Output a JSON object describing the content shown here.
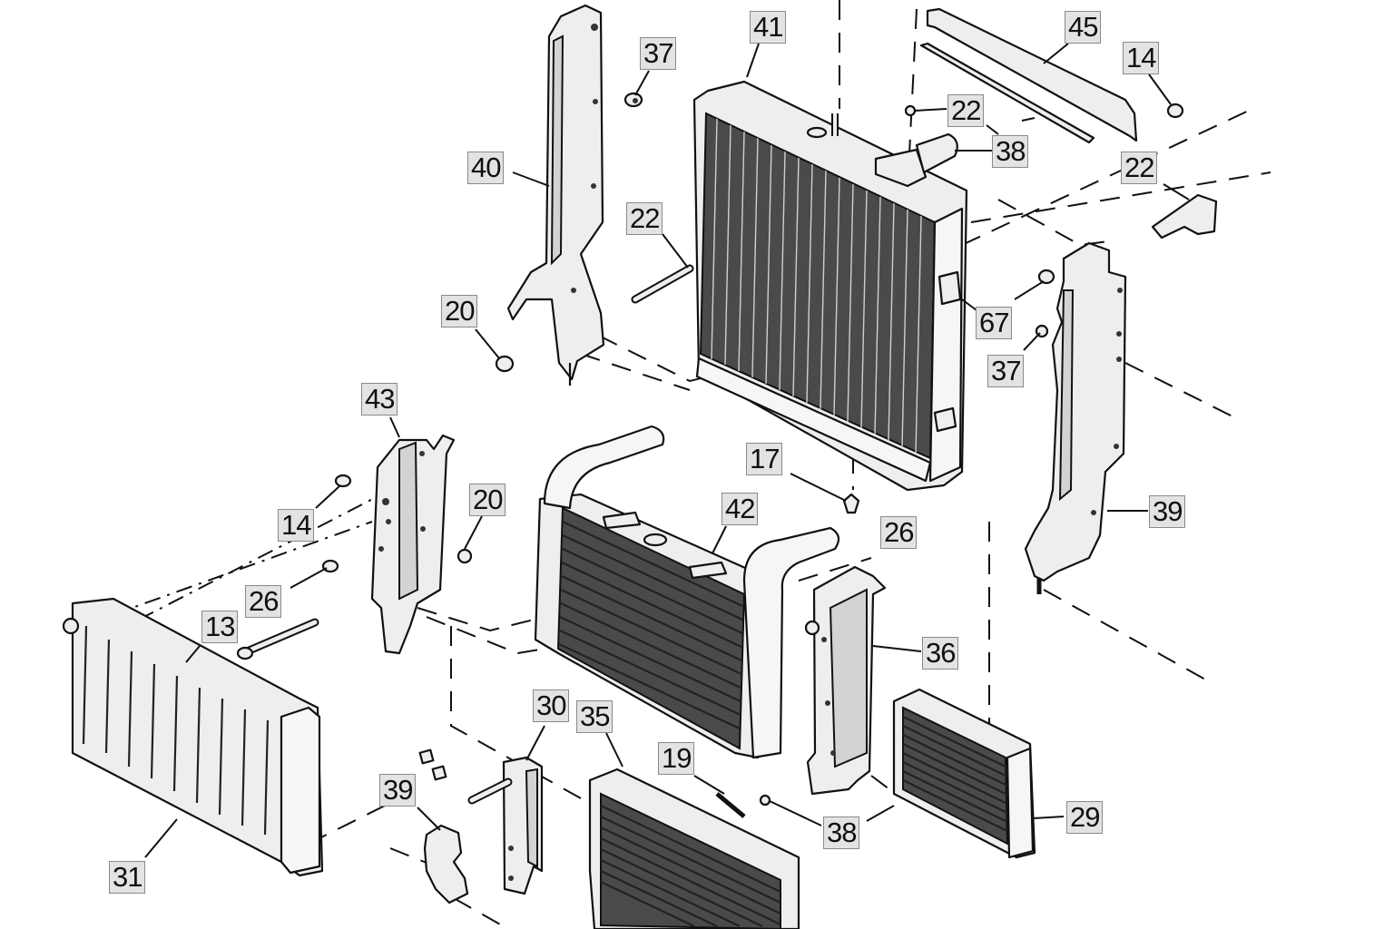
{
  "diagram": {
    "type": "exploded-parts-view",
    "subject": "Radiator / cooling assembly",
    "callouts": [
      {
        "id": "c41",
        "label": "41",
        "part": "main-radiator-filler-neck"
      },
      {
        "id": "c45",
        "label": "45",
        "part": "top-seal-strip"
      },
      {
        "id": "c14a",
        "label": "14",
        "part": "clip-nut-top-right"
      },
      {
        "id": "c37a",
        "label": "37",
        "part": "clip-nut-left-bracket"
      },
      {
        "id": "c22a",
        "label": "22",
        "part": "fixing-stud-top"
      },
      {
        "id": "c38a",
        "label": "38",
        "part": "seal-strip-and-outlet"
      },
      {
        "id": "c40",
        "label": "40",
        "part": "left-side-bracket"
      },
      {
        "id": "c22b",
        "label": "22",
        "part": "bolt-left-bracket"
      },
      {
        "id": "c22c",
        "label": "22",
        "part": "right-mounting-bracket"
      },
      {
        "id": "c20a",
        "label": "20",
        "part": "clip-left-bracket"
      },
      {
        "id": "c67",
        "label": "67",
        "part": "grommet"
      },
      {
        "id": "c37b",
        "label": "37",
        "part": "clip-nut-right-bracket"
      },
      {
        "id": "c43",
        "label": "43",
        "part": "side-deflector-left"
      },
      {
        "id": "c17",
        "label": "17",
        "part": "lower-mount-bolt"
      },
      {
        "id": "c26a",
        "label": "26",
        "part": "lower-mount-rubber"
      },
      {
        "id": "c20b",
        "label": "20",
        "part": "clip-deflector"
      },
      {
        "id": "c42",
        "label": "42",
        "part": "intercooler"
      },
      {
        "id": "c39a",
        "label": "39",
        "part": "right-side-bracket"
      },
      {
        "id": "c14b",
        "label": "14",
        "part": "clip-nut-deflector"
      },
      {
        "id": "c26b",
        "label": "26",
        "part": "mount-rubber-left"
      },
      {
        "id": "c13",
        "label": "13",
        "part": "long-bolt"
      },
      {
        "id": "c36",
        "label": "36",
        "part": "side-deflector-right"
      },
      {
        "id": "c30",
        "label": "30",
        "part": "lower-bracket"
      },
      {
        "id": "c35",
        "label": "35",
        "part": "condenser"
      },
      {
        "id": "c19",
        "label": "19",
        "part": "pipe-stud"
      },
      {
        "id": "c39b",
        "label": "39",
        "part": "lower-mount-bracket"
      },
      {
        "id": "c29",
        "label": "29",
        "part": "oil-cooler"
      },
      {
        "id": "c38b",
        "label": "38",
        "part": "seal-oil-cooler"
      },
      {
        "id": "c31",
        "label": "31",
        "part": "front-grille-shutter"
      }
    ]
  }
}
